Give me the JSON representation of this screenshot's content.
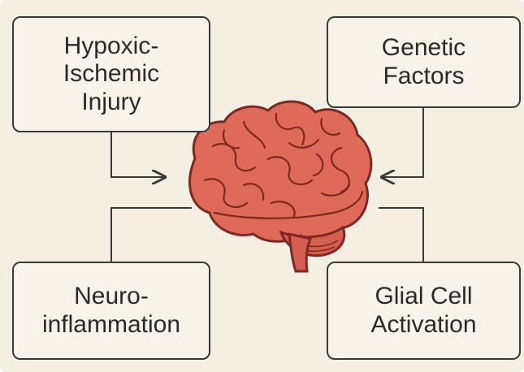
{
  "boxes": {
    "top_left": {
      "lines": [
        "Hypoxic-",
        "Ischemic",
        "Injury"
      ]
    },
    "top_right": {
      "lines": [
        "Genetic",
        "Factors"
      ]
    },
    "bottom_left": {
      "lines": [
        "Neuro-",
        "inflammation"
      ]
    },
    "bottom_right": {
      "lines": [
        "Glial Cell",
        "Activation"
      ]
    }
  },
  "colors": {
    "background": "#f5efe3",
    "brain": "#e06a5a",
    "brain_outline": "#7a2a22",
    "connector": "#3a3a3a"
  },
  "icons": {
    "center": "brain-icon"
  }
}
